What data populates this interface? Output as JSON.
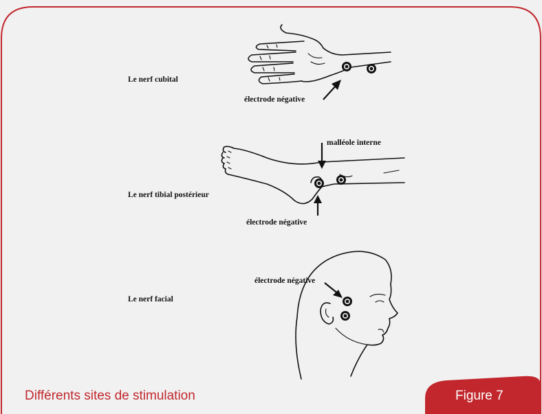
{
  "figure": {
    "caption": "Différents sites de stimulation",
    "figure_label": "Figure 7",
    "accent_color": "#c1272d",
    "background_color": "#f1f1f1"
  },
  "panels": [
    {
      "body_part": "hand-icon",
      "site_label": "Le nerf cubital",
      "annotations": [
        "électrode négative"
      ]
    },
    {
      "body_part": "foot-icon",
      "site_label": "Le nerf tibial postérieur",
      "annotations": [
        "malléole interne",
        "électrode négative"
      ]
    },
    {
      "body_part": "head-icon",
      "site_label": "Le nerf facial",
      "annotations": [
        "électrode négative"
      ]
    }
  ]
}
